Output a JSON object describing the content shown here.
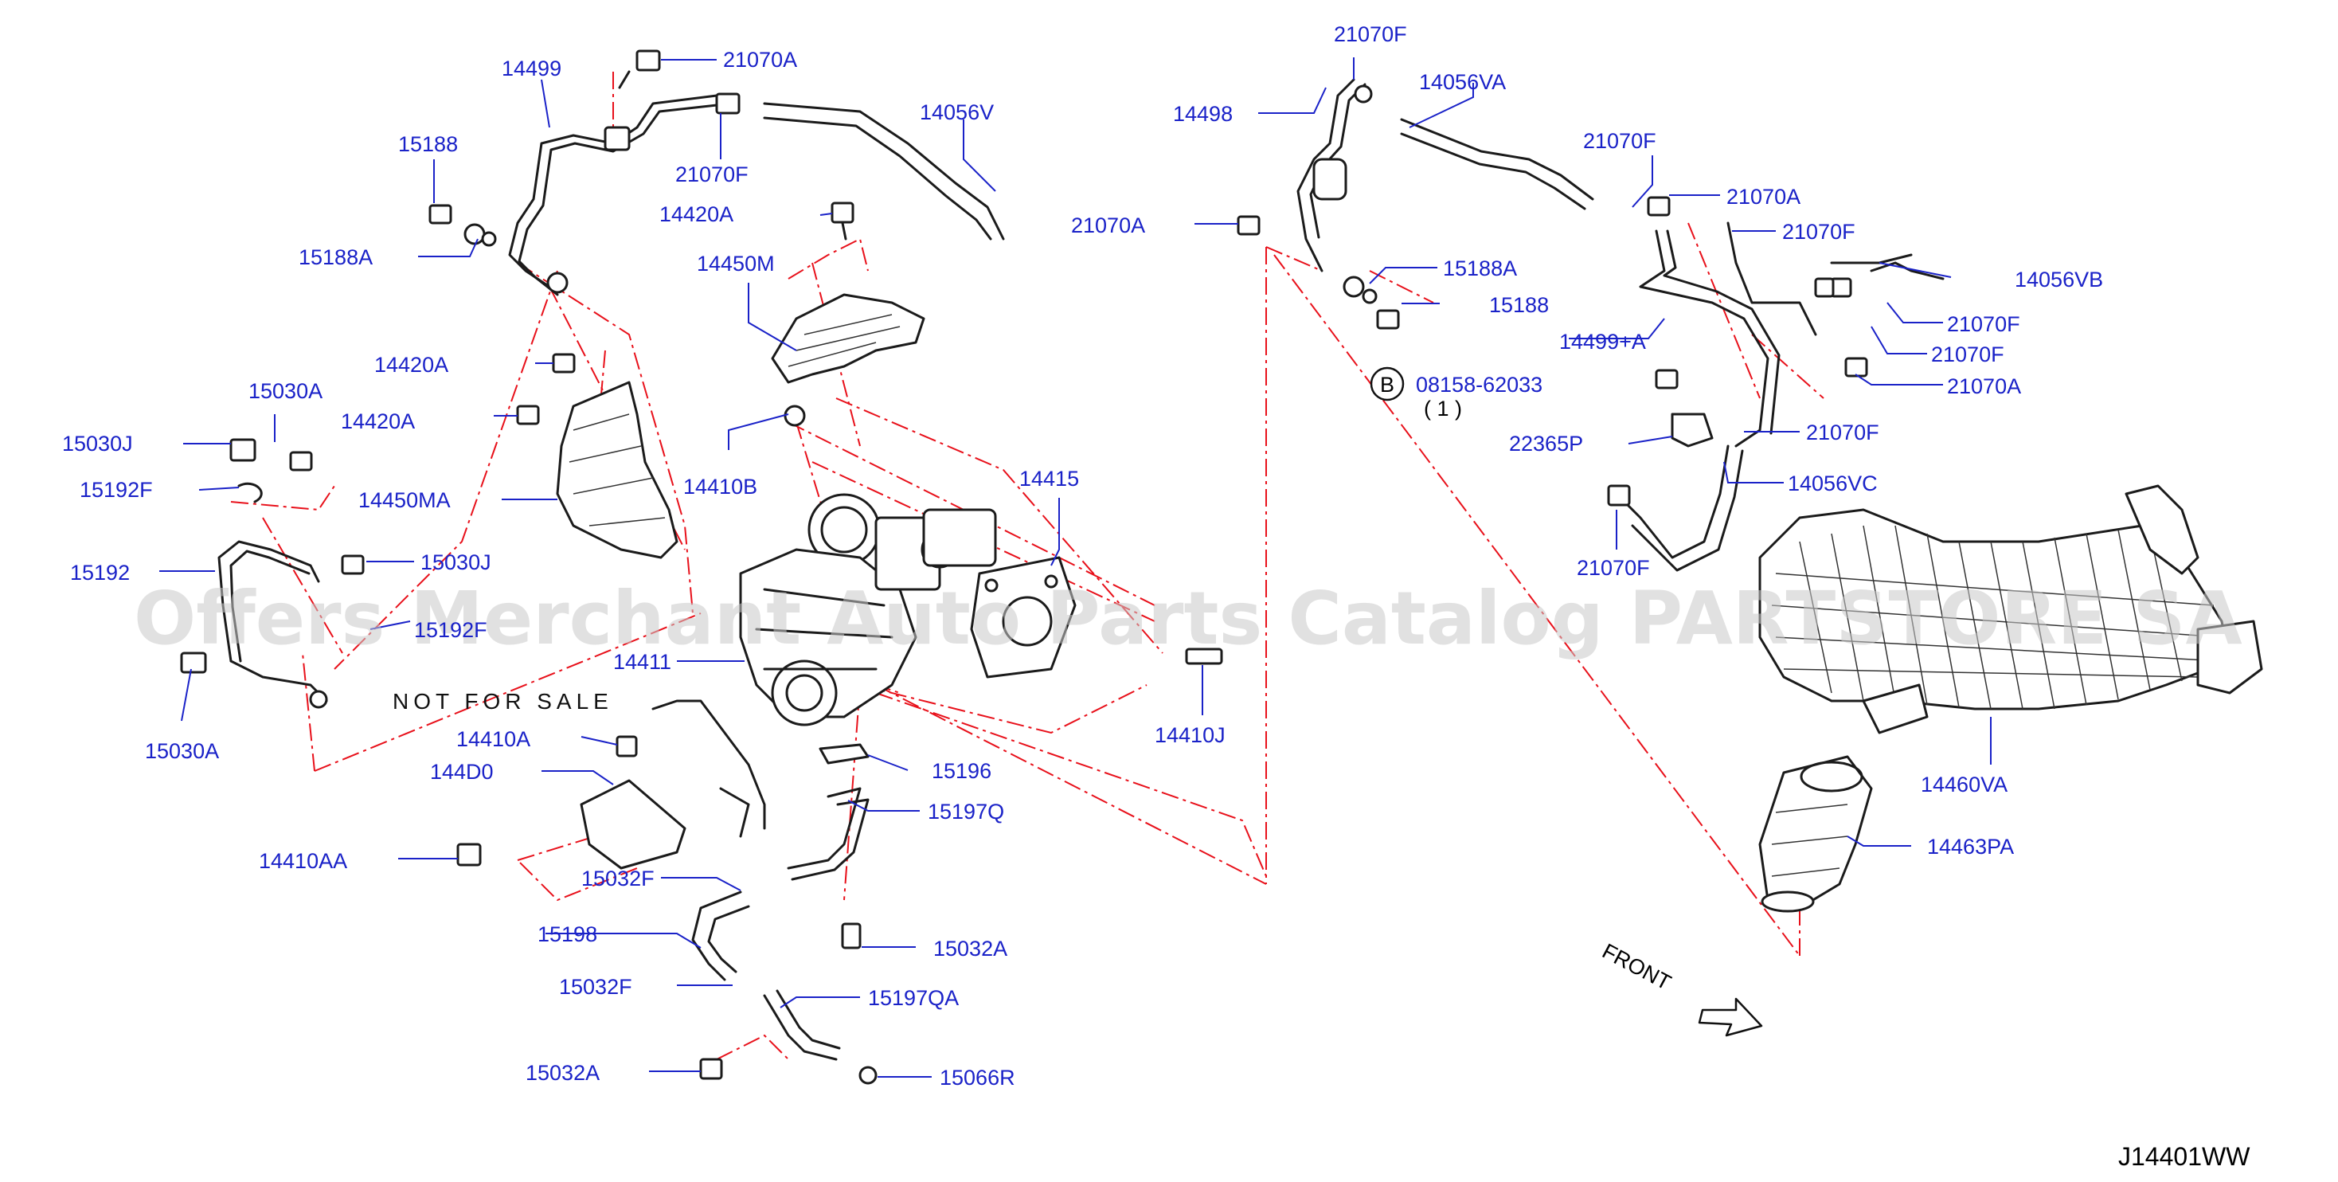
{
  "watermark": "Offers Merchant Auto Parts Catalog PARTSTORE SA",
  "note": "NOT FOR SALE",
  "front_label": "FRONT",
  "drawing_code": "J14401WW",
  "circle_badge": "B",
  "labels": {
    "l14499": "14499",
    "l21070A_1": "21070A",
    "l15188_1": "15188",
    "l14056V": "14056V",
    "l21070F_1": "21070F",
    "l15188A_1": "15188A",
    "l14420A_1": "14420A",
    "l14450M": "14450M",
    "l14420A_2": "14420A",
    "l15030A_1": "15030A",
    "l14420A_3": "14420A",
    "l15030J_1": "15030J",
    "l15192F": "15192F",
    "l14450MA": "14450MA",
    "l14410B": "14410B",
    "l14415": "14415",
    "l15192": "15192",
    "l15030J_2": "15030J",
    "l15192F_2": "15192F",
    "l14411": "14411",
    "l15030A_2": "15030A",
    "l14410A": "14410A",
    "l144D0": "144D0",
    "l15196": "15196",
    "l14410J": "14410J",
    "l15197Q": "15197Q",
    "l14410AA": "14410AA",
    "l15032F_1": "15032F",
    "l15198": "15198",
    "l15032A_1": "15032A",
    "l15032F_2": "15032F",
    "l15197QA": "15197QA",
    "l15032A_2": "15032A",
    "l15066R": "15066R",
    "l21070F_2": "21070F",
    "l14056VA": "14056VA",
    "l14498": "14498",
    "l21070F_3": "21070F",
    "l21070A_2": "21070A",
    "l21070A_3": "21070A",
    "l21070F_4": "21070F",
    "l15188A_2": "15188A",
    "l14056VB": "14056VB",
    "l15188_2": "15188",
    "l21070F_5": "21070F",
    "l14499A": "14499+A",
    "l21070F_6": "21070F",
    "l21070A_4": "21070A",
    "l08158": "08158-62033",
    "l08158qty": "( 1 )",
    "l21070F_7": "21070F",
    "l22365P": "22365P",
    "l14056VC": "14056VC",
    "l21070F_8": "21070F",
    "l14460VA": "14460VA",
    "l14463PA": "14463PA"
  }
}
